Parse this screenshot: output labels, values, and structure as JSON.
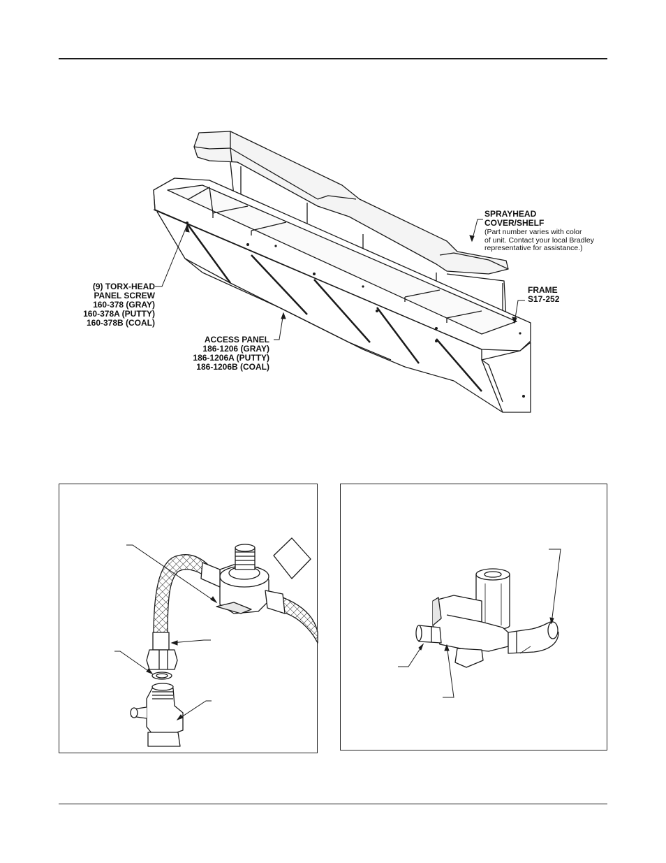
{
  "figure1": {
    "sprayhead_label": "SPRAYHEAD\nCOVER/SHELF",
    "sprayhead_note": "(Part number varies with color\nof unit. Contact your local Bradley\nrepresentative for assistance.)",
    "frame_label": "FRAME\nS17-252",
    "screw_label": "(9) TORX-HEAD\nPANEL SCREW\n160-378 (GRAY)\n160-378A (PUTTY)\n160-378B (COAL)",
    "access_label": "ACCESS PANEL\n186-1206 (GRAY)\n186-1206A (PUTTY)\n186-1206B (COAL)"
  }
}
